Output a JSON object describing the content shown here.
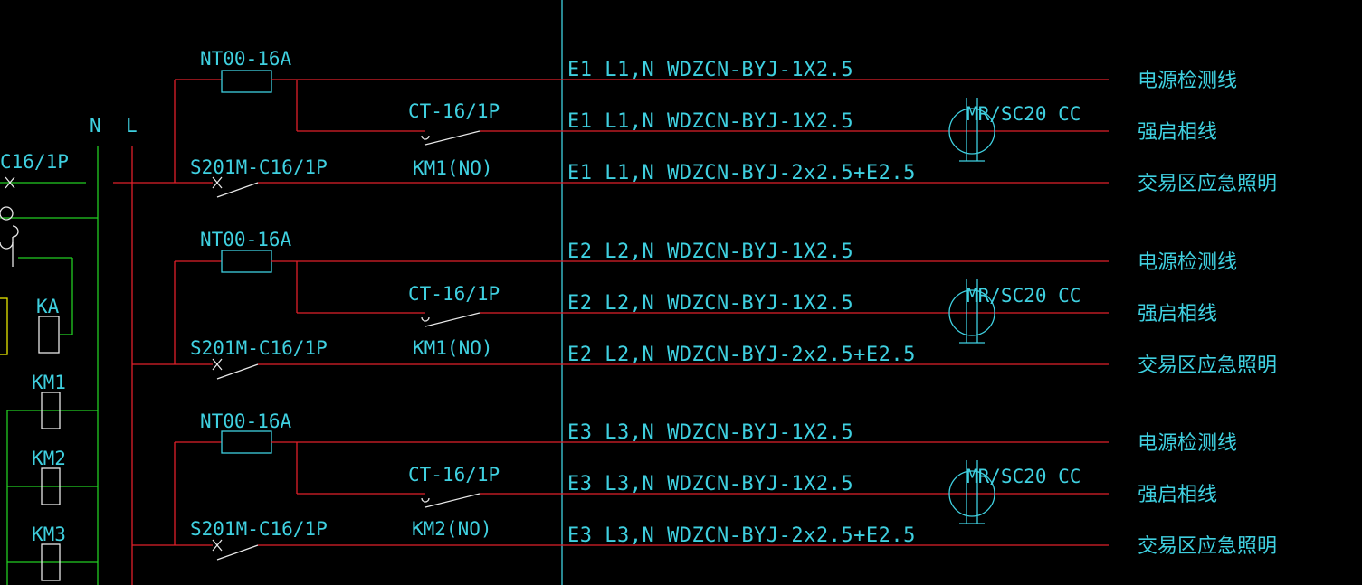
{
  "bus_labels": {
    "neutral": "N",
    "live": "L"
  },
  "left_labels": {
    "breaker": "C16/1P",
    "relay": "KA",
    "contactors": [
      "KM1",
      "KM2",
      "KM3"
    ]
  },
  "groups": [
    {
      "fuse": "NT00-16A",
      "contactor_type": "CT-16/1P",
      "contactor_tag": "KM1(NO)",
      "breaker": "S201M-C16/1P",
      "cables": [
        "E1 L1,N WDZCN-BYJ-1X2.5",
        "E1 L1,N WDZCN-BYJ-1X2.5",
        "E1 L1,N WDZCN-BYJ-2x2.5+E2.5"
      ],
      "conduit": "MR/SC20 CC",
      "destinations": [
        "电源检测线",
        "强启相线",
        "交易区应急照明"
      ]
    },
    {
      "fuse": "NT00-16A",
      "contactor_type": "CT-16/1P",
      "contactor_tag": "KM1(NO)",
      "breaker": "S201M-C16/1P",
      "cables": [
        "E2 L2,N WDZCN-BYJ-1X2.5",
        "E2 L2,N WDZCN-BYJ-1X2.5",
        "E2 L2,N WDZCN-BYJ-2x2.5+E2.5"
      ],
      "conduit": "MR/SC20 CC",
      "destinations": [
        "电源检测线",
        "强启相线",
        "交易区应急照明"
      ]
    },
    {
      "fuse": "NT00-16A",
      "contactor_type": "CT-16/1P",
      "contactor_tag": "KM2(NO)",
      "breaker": "S201M-C16/1P",
      "cables": [
        "E3 L3,N WDZCN-BYJ-1X2.5",
        "E3 L3,N WDZCN-BYJ-1X2.5",
        "E3 L3,N WDZCN-BYJ-2x2.5+E2.5"
      ],
      "conduit": "MR/SC20 CC",
      "destinations": [
        "电源检测线",
        "强启相线",
        "交易区应急照明"
      ]
    }
  ],
  "colors": {
    "wire": "#e0202a",
    "control": "#22cc22",
    "text": "#3fd0e0",
    "symbol": "#e8e8e8",
    "background": "#000000"
  }
}
